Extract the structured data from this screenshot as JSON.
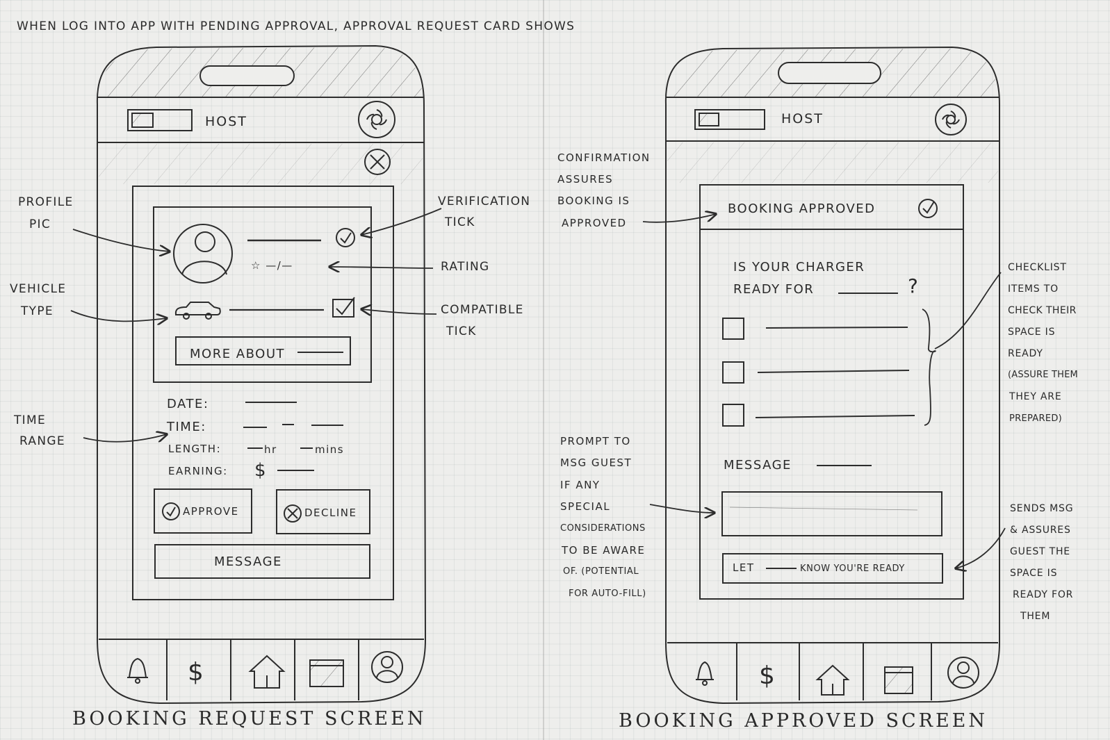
{
  "top_note": "When log into app with pending approval, approval request card shows",
  "screen1": {
    "caption": "Booking request screen",
    "header_label": "HOST",
    "more_about_label": "More about",
    "rating_text": "☆ —/—",
    "date_label": "Date:",
    "time_label": "Time:",
    "length_label": "Length:",
    "length_hr": "hr",
    "length_mins": "mins",
    "earning_label": "Earning:",
    "earning_symbol": "$",
    "approve_label": "Approve",
    "decline_label": "Decline",
    "message_label": "Message"
  },
  "screen2": {
    "caption": "Booking approved screen",
    "header_label": "HOST",
    "approved_label": "Booking approved",
    "question_line1": "Is your charger",
    "question_line2": "ready for",
    "question_mark": "?",
    "message_label": "Message",
    "ready_btn_let": "Let",
    "ready_btn_rest": "know you're ready"
  },
  "annotations": {
    "profile_pic": [
      "Profile",
      "pic"
    ],
    "vehicle_type": [
      "Vehicle",
      "type"
    ],
    "time_range": [
      "Time",
      "range"
    ],
    "verification_tick": [
      "Verification",
      "tick"
    ],
    "rating": [
      "Rating"
    ],
    "compatible_tick": [
      "Compatible",
      "tick"
    ],
    "confirmation": [
      "Confirmation",
      "assures",
      "booking is",
      "approved"
    ],
    "checklist": [
      "Checklist",
      "items to",
      "check their",
      "space is",
      "ready",
      "(assure them",
      "they are",
      "prepared)"
    ],
    "prompt": [
      "Prompt to",
      "msg guest",
      "if any",
      "special",
      "considerations",
      "to be aware",
      "of. (potential",
      "for auto-fill)"
    ],
    "sends": [
      "Sends msg",
      "& assures",
      "guest the",
      "space is",
      "ready for",
      "them"
    ]
  },
  "bottom_nav_icons": [
    "bell-icon",
    "dollar-icon",
    "home-icon",
    "calendar-icon",
    "profile-icon"
  ],
  "colors": {
    "ink": "#2c2c2c",
    "paper": "#eeeeec",
    "grid": "#c9cfcf"
  }
}
